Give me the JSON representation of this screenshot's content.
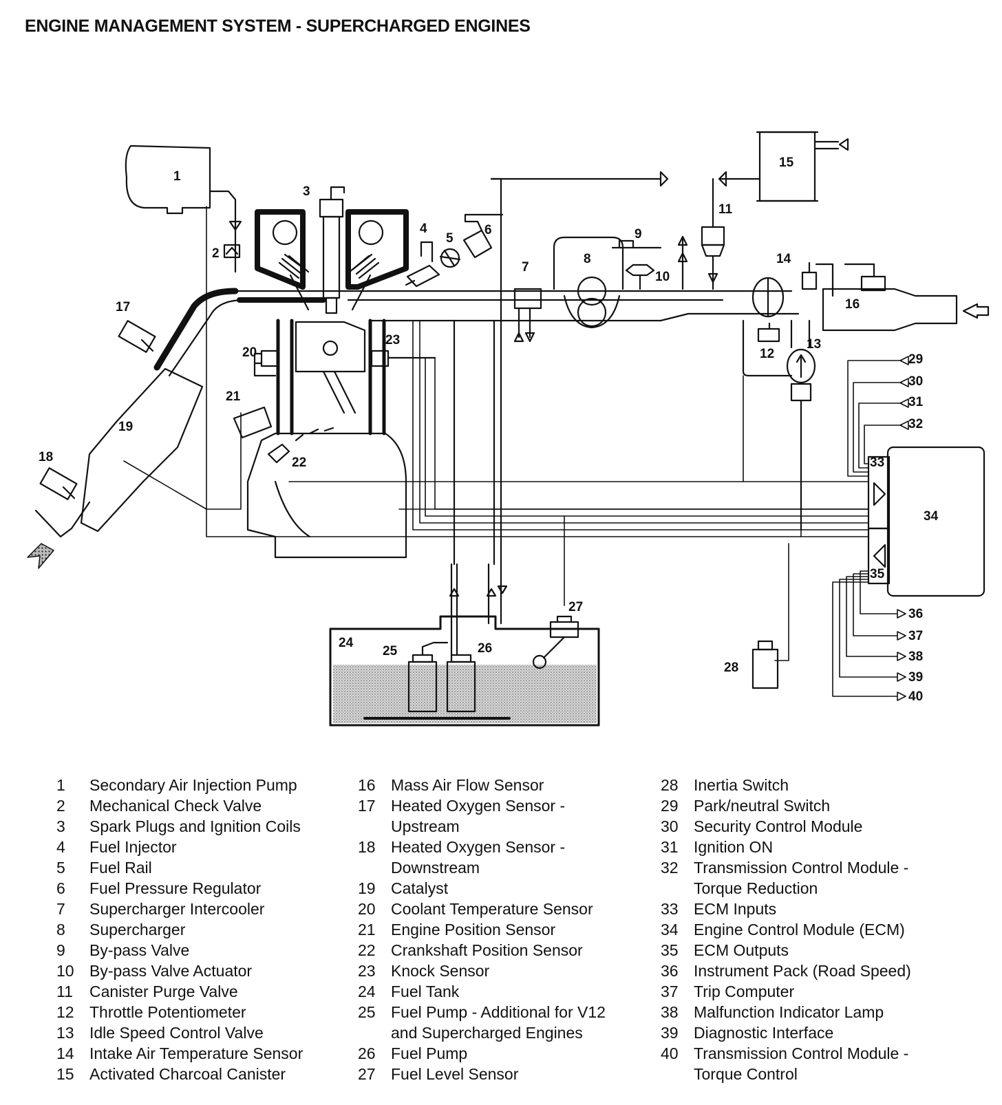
{
  "title": "ENGINE MANAGEMENT SYSTEM - SUPERCHARGED ENGINES",
  "callouts": [
    "1",
    "2",
    "3",
    "4",
    "5",
    "6",
    "7",
    "8",
    "9",
    "10",
    "11",
    "12",
    "13",
    "14",
    "15",
    "16",
    "17",
    "18",
    "19",
    "20",
    "21",
    "22",
    "23",
    "24",
    "25",
    "26",
    "27",
    "28",
    "29",
    "30",
    "31",
    "32",
    "33",
    "34",
    "35",
    "36",
    "37",
    "38",
    "39",
    "40"
  ],
  "legend": [
    [
      {
        "num": "1",
        "lines": [
          "Secondary Air Injection Pump"
        ]
      },
      {
        "num": "2",
        "lines": [
          "Mechanical Check Valve"
        ]
      },
      {
        "num": "3",
        "lines": [
          "Spark Plugs and Ignition Coils"
        ]
      },
      {
        "num": "4",
        "lines": [
          "Fuel Injector"
        ]
      },
      {
        "num": "5",
        "lines": [
          "Fuel Rail"
        ]
      },
      {
        "num": "6",
        "lines": [
          "Fuel Pressure Regulator"
        ]
      },
      {
        "num": "7",
        "lines": [
          "Supercharger Intercooler"
        ]
      },
      {
        "num": "8",
        "lines": [
          "Supercharger"
        ]
      },
      {
        "num": "9",
        "lines": [
          "By-pass Valve"
        ]
      },
      {
        "num": "10",
        "lines": [
          "By-pass Valve Actuator"
        ]
      },
      {
        "num": "11",
        "lines": [
          "Canister Purge Valve"
        ]
      },
      {
        "num": "12",
        "lines": [
          "Throttle Potentiometer"
        ]
      },
      {
        "num": "13",
        "lines": [
          "Idle Speed Control Valve"
        ]
      },
      {
        "num": "14",
        "lines": [
          "Intake Air Temperature Sensor"
        ]
      },
      {
        "num": "15",
        "lines": [
          "Activated Charcoal Canister"
        ]
      }
    ],
    [
      {
        "num": "16",
        "lines": [
          "Mass Air Flow Sensor"
        ]
      },
      {
        "num": "17",
        "lines": [
          "Heated Oxygen Sensor -",
          "Upstream"
        ]
      },
      {
        "num": "18",
        "lines": [
          "Heated Oxygen Sensor -",
          "Downstream"
        ]
      },
      {
        "num": "19",
        "lines": [
          "Catalyst"
        ]
      },
      {
        "num": "20",
        "lines": [
          "Coolant Temperature Sensor"
        ]
      },
      {
        "num": "21",
        "lines": [
          "Engine Position Sensor"
        ]
      },
      {
        "num": "22",
        "lines": [
          "Crankshaft Position Sensor"
        ]
      },
      {
        "num": "23",
        "lines": [
          "Knock Sensor"
        ]
      },
      {
        "num": "24",
        "lines": [
          "Fuel Tank"
        ]
      },
      {
        "num": "25",
        "lines": [
          "Fuel Pump - Additional for V12",
          "and Supercharged Engines"
        ]
      },
      {
        "num": "26",
        "lines": [
          "Fuel Pump"
        ]
      },
      {
        "num": "27",
        "lines": [
          "Fuel Level Sensor"
        ]
      }
    ],
    [
      {
        "num": "28",
        "lines": [
          "Inertia Switch"
        ]
      },
      {
        "num": "29",
        "lines": [
          "Park/neutral Switch"
        ]
      },
      {
        "num": "30",
        "lines": [
          "Security Control Module"
        ]
      },
      {
        "num": "31",
        "lines": [
          "Ignition ON"
        ]
      },
      {
        "num": "32",
        "lines": [
          "Transmission Control Module -",
          "Torque Reduction"
        ]
      },
      {
        "num": "33",
        "lines": [
          "ECM Inputs"
        ]
      },
      {
        "num": "34",
        "lines": [
          "Engine Control Module (ECM)"
        ]
      },
      {
        "num": "35",
        "lines": [
          "ECM Outputs"
        ]
      },
      {
        "num": "36",
        "lines": [
          "Instrument Pack (Road Speed)"
        ]
      },
      {
        "num": "37",
        "lines": [
          "Trip Computer"
        ]
      },
      {
        "num": "38",
        "lines": [
          "Malfunction Indicator Lamp"
        ]
      },
      {
        "num": "39",
        "lines": [
          "Diagnostic Interface"
        ]
      },
      {
        "num": "40",
        "lines": [
          "Transmission Control Module -",
          "Torque Control"
        ]
      }
    ]
  ]
}
